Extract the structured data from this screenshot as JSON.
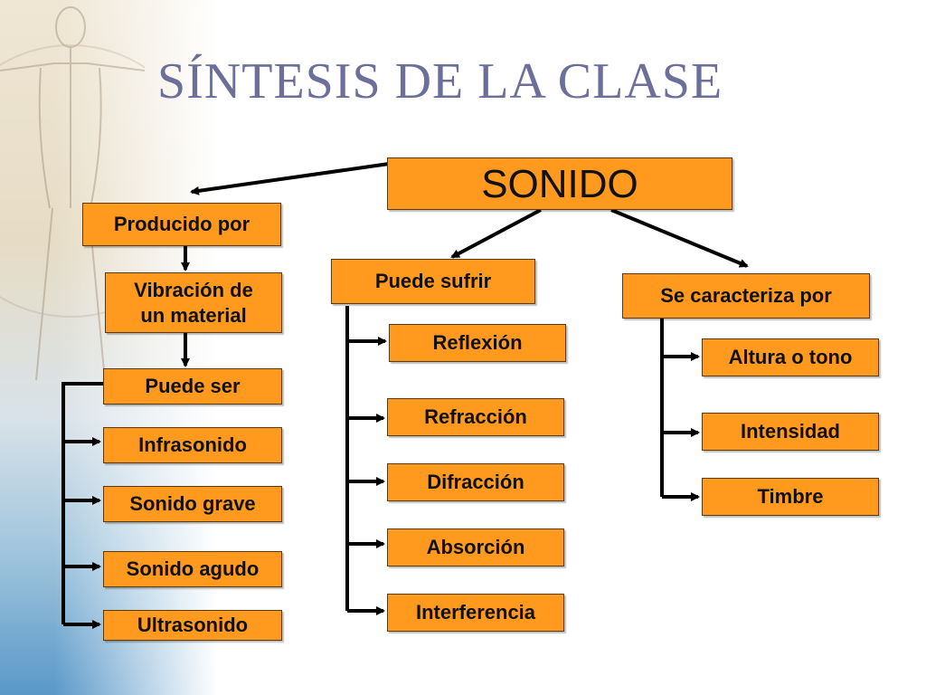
{
  "title": "SÍNTESIS DE LA CLASE",
  "colors": {
    "box_fill": "#ff9a1f",
    "title": "#6b6f9a",
    "lines": "#000000"
  },
  "root": "SONIDO",
  "left": {
    "header": "Producido por",
    "cause": "Vibración de un material",
    "types_header": "Puede ser",
    "types": [
      "Infrasonido",
      "Sonido grave",
      "Sonido agudo",
      "Ultrasonido"
    ]
  },
  "middle": {
    "header": "Puede sufrir",
    "items": [
      "Reflexión",
      "Refracción",
      "Difracción",
      "Absorción",
      "Interferencia"
    ]
  },
  "right": {
    "header": "Se caracteriza por",
    "items": [
      "Altura o tono",
      "Intensidad",
      "Timbre"
    ]
  }
}
